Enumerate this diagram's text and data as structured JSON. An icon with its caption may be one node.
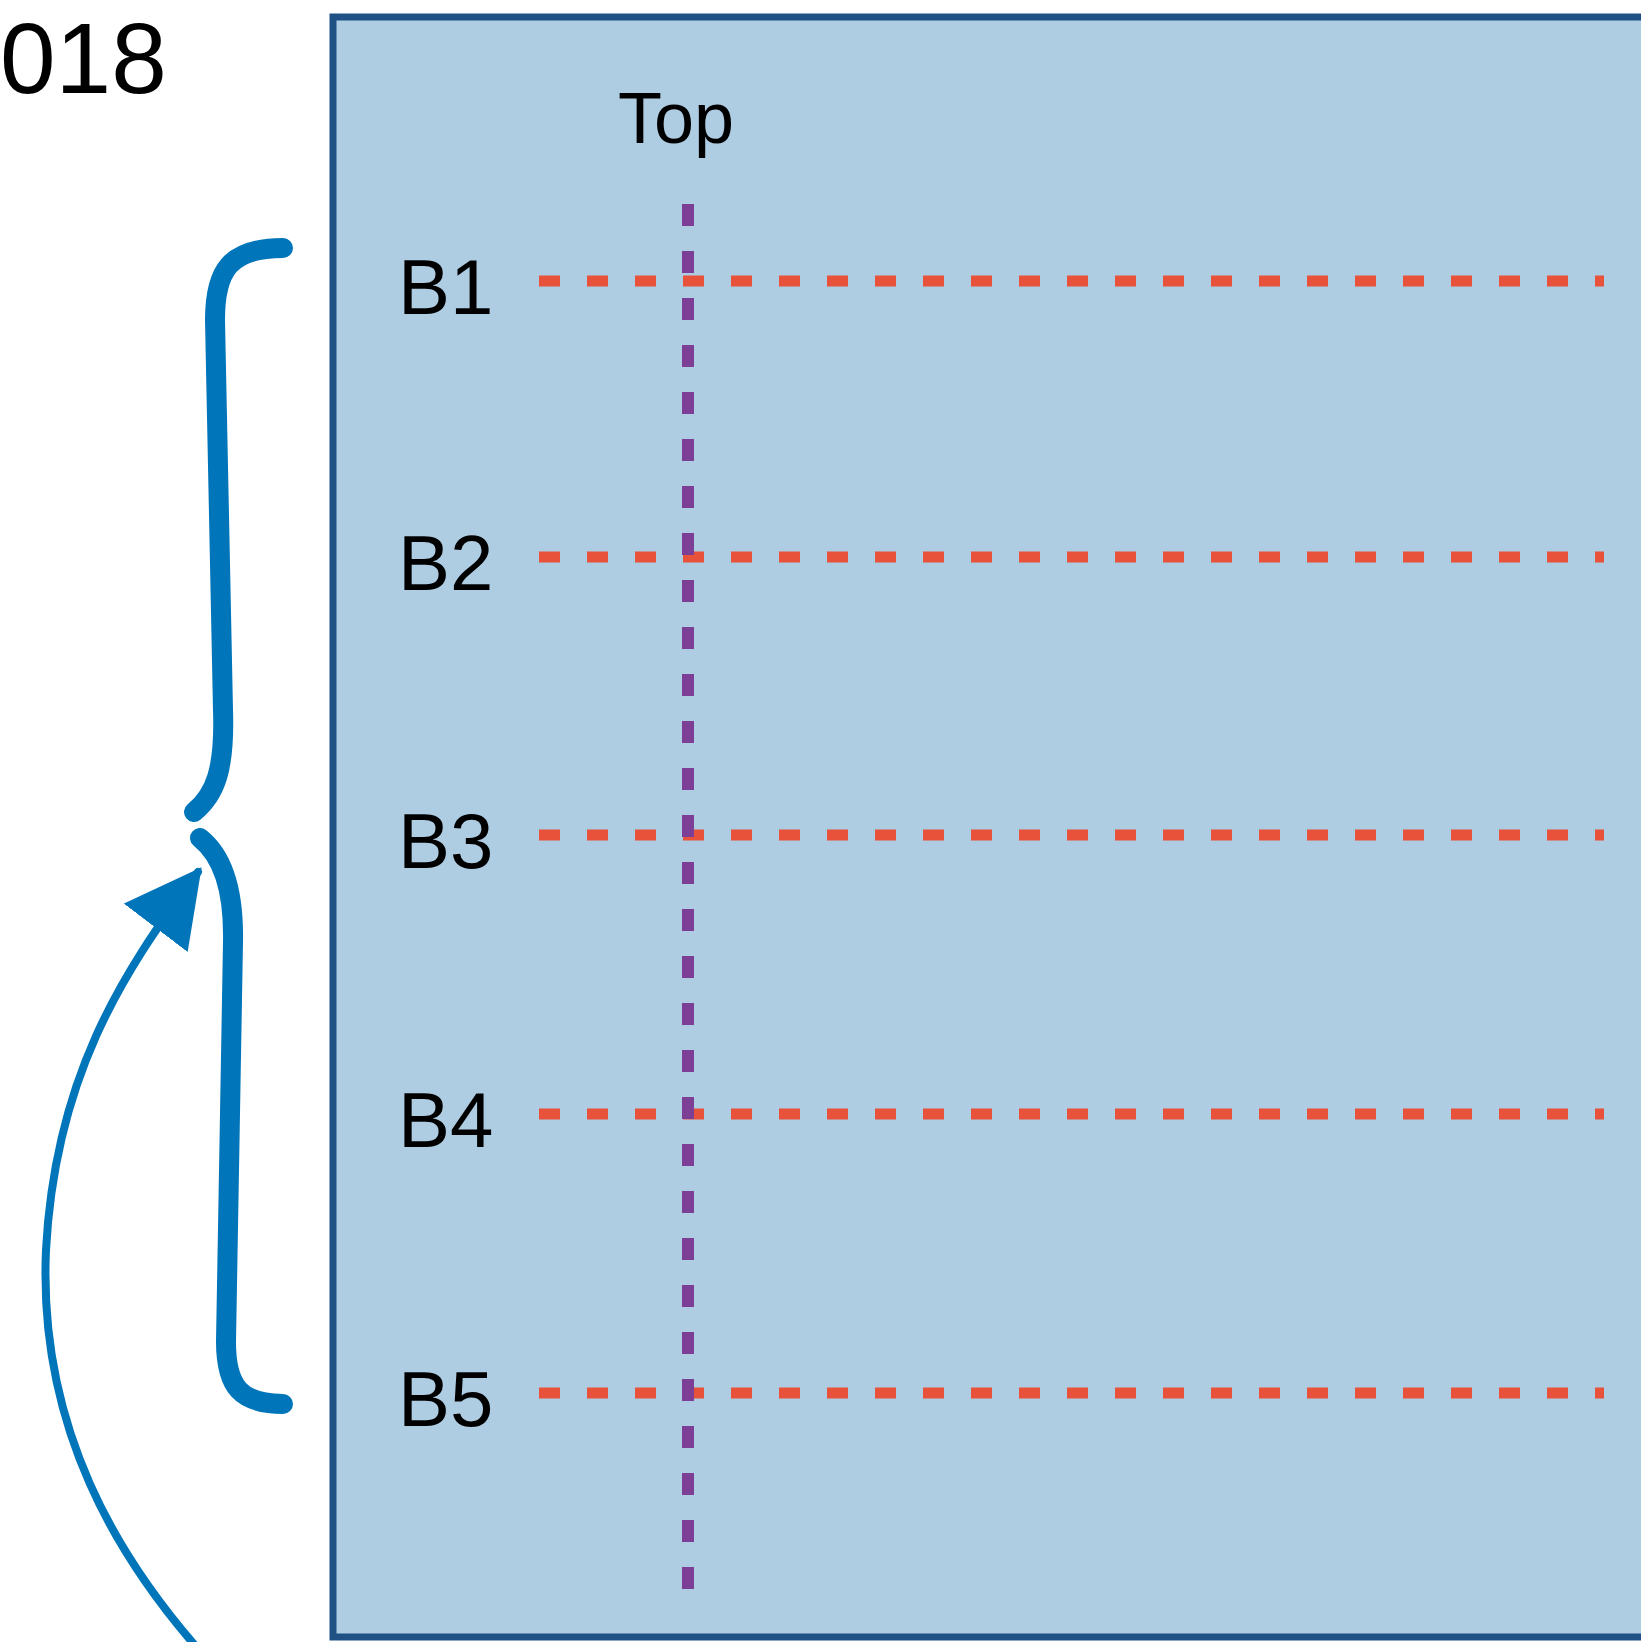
{
  "diagram": {
    "nodes": [
      {
        "text": [],
        "shape": "brace"
      },
      {
        "text": [],
        "shape": "brace"
      }
    ],
    "edges": [
      {
        "from": null,
        "to": 1,
        "arrow": "to"
      }
    ],
    "labels": [
      "018",
      "Top",
      "B1",
      "B2",
      "B3",
      "B4",
      "B5"
    ]
  }
}
